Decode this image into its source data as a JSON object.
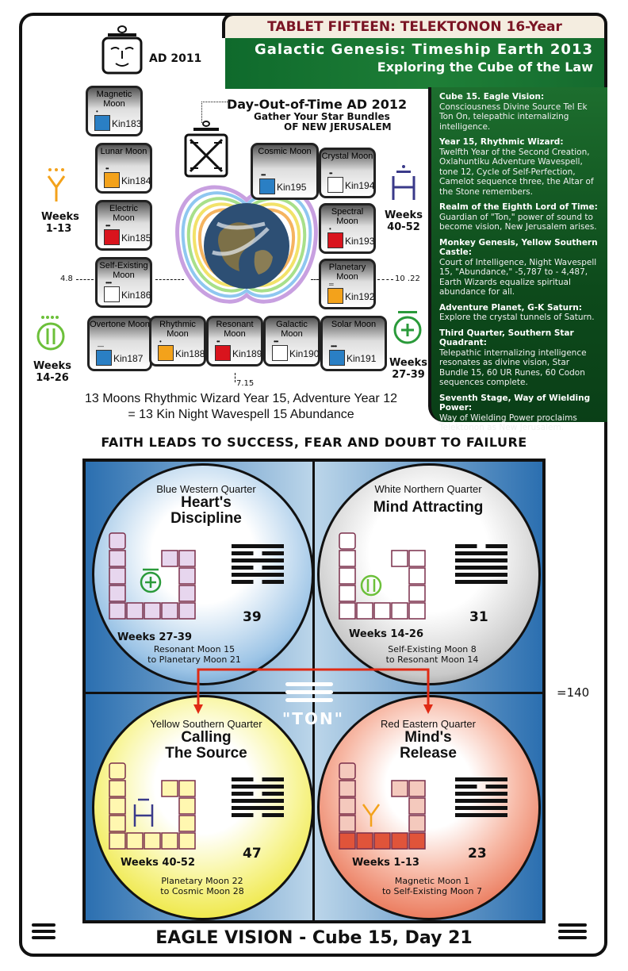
{
  "header": {
    "tablet_title": "TABLET FIFTEEN:  TELEKTONON  16-Year Chronograph",
    "title_line1": "Galactic Genesis: Timeship Earth 2013",
    "title_line2": "Exploring the Cube of the Law"
  },
  "top_left": {
    "year_label": "AD 2011"
  },
  "day_out_of_time": {
    "line1": "Day-Out-of-Time AD 2012",
    "line2": "Gather Your Star Bundles",
    "line3": "OF NEW JERUSALEM"
  },
  "moons": [
    {
      "name": "Magnetic Moon",
      "kin": "Kin183",
      "color": "#2a7fc4"
    },
    {
      "name": "Lunar Moon",
      "kin": "Kin184",
      "color": "#f3a21b"
    },
    {
      "name": "Electric Moon",
      "kin": "Kin185",
      "color": "#d9141d"
    },
    {
      "name": "Self-Existing Moon",
      "kin": "Kin186",
      "color": "#ffffff"
    },
    {
      "name": "Overtone Moon",
      "kin": "Kin187",
      "color": "#2a7fc4"
    },
    {
      "name": "Rhythmic Moon",
      "kin": "Kin188",
      "color": "#f3a21b"
    },
    {
      "name": "Resonant Moon",
      "kin": "Kin189",
      "color": "#d9141d"
    },
    {
      "name": "Galactic Moon",
      "kin": "Kin190",
      "color": "#ffffff"
    },
    {
      "name": "Solar Moon",
      "kin": "Kin191",
      "color": "#2a7fc4"
    },
    {
      "name": "Planetary Moon",
      "kin": "Kin192",
      "color": "#f3a21b"
    },
    {
      "name": "Spectral Moon",
      "kin": "Kin193",
      "color": "#d9141d"
    },
    {
      "name": "Crystal Moon",
      "kin": "Kin194",
      "color": "#ffffff"
    },
    {
      "name": "Cosmic Moon",
      "kin": "Kin195",
      "color": "#2a7fc4"
    }
  ],
  "weeks_labels": {
    "w1": "Weeks 1-13",
    "w2": "Weeks 14-26",
    "w3": "Weeks 27-39",
    "w4": "Weeks 40-52"
  },
  "side_numbers": {
    "left": "4.8",
    "right": "10 .22",
    "bottom": "7.15"
  },
  "bottom_caption": {
    "line1": "13 Moons Rhythmic Wizard Year 15, Adventure Year 12",
    "line2": "= 13 Kin Night Wavespell 15 Abundance"
  },
  "green_panel": [
    {
      "head": "Cube 15. Eagle Vision:",
      "body": "Consciousness Divine Source Tel Ek Ton On, telepathic internalizing intelligence."
    },
    {
      "head": "Year 15, Rhythmic Wizard:",
      "body": "Twelfth Year of the Second Creation, Oxlahuntiku Adventure Wavespell, tone 12, Cycle of Self-Perfection, Camelot sequence three, the Altar of the Stone remembers."
    },
    {
      "head": "Realm of the Eighth Lord of Time:",
      "body": "Guardian of \"Ton,\" power of sound to become vision, New Jerusalem arises."
    },
    {
      "head": "Monkey Genesis, Yellow Southern Castle:",
      "body": "Court of Intelligence, Night Wavespell 15, \"Abundance,\" -5,787 to - 4,487, Earth Wizards equalize spiritual abundance for all."
    },
    {
      "head": "Adventure Planet, G-K Saturn:",
      "body": "Explore the crystal tunnels of Saturn."
    },
    {
      "head": "Third Quarter, Southern Star Quadrant:",
      "body": "Telepathic internalizing intelligence resonates as divine vision, Star Bundle 15, 60 UR Runes, 60 Codon sequences complete."
    },
    {
      "head": "Seventh Stage, Way of Wielding Power:",
      "body": "Way of Wielding Power proclaims Telektonon as New Jerusalem."
    }
  ],
  "faith_line": "FAITH LEADS TO SUCCESS, FEAR AND DOUBT TO FAILURE",
  "quarters": {
    "blue": {
      "sub": "Blue Western Quarter",
      "title1": "Heart's",
      "title2": "Discipline",
      "number": "39",
      "weeks": "Weeks 27-39",
      "range1": "Resonant Moon 15",
      "range2": "to Planetary Moon 21"
    },
    "white": {
      "sub": "White Northern Quarter",
      "title1": "Mind Attracting",
      "title2": "",
      "number": "31",
      "weeks": "Weeks 14-26",
      "range1": "Self-Existing Moon 8",
      "range2": "to Resonant Moon 14"
    },
    "yellow": {
      "sub": "Yellow Southern Quarter",
      "title1": "Calling",
      "title2": "The Source",
      "number": "47",
      "weeks": "Weeks 40-52",
      "range1": "Planetary Moon 22",
      "range2": "to Cosmic Moon 28"
    },
    "red": {
      "sub": "Red Eastern Quarter",
      "title1": "Mind's",
      "title2": "Release",
      "number": "23",
      "weeks": "Weeks 1-13",
      "range1": "Magnetic Moon 1",
      "range2": "to Self-Existing Moon 7"
    }
  },
  "ton_label": "\"TON\"",
  "total_label": "=140",
  "footer": "EAGLE VISION - Cube 15, Day 21"
}
